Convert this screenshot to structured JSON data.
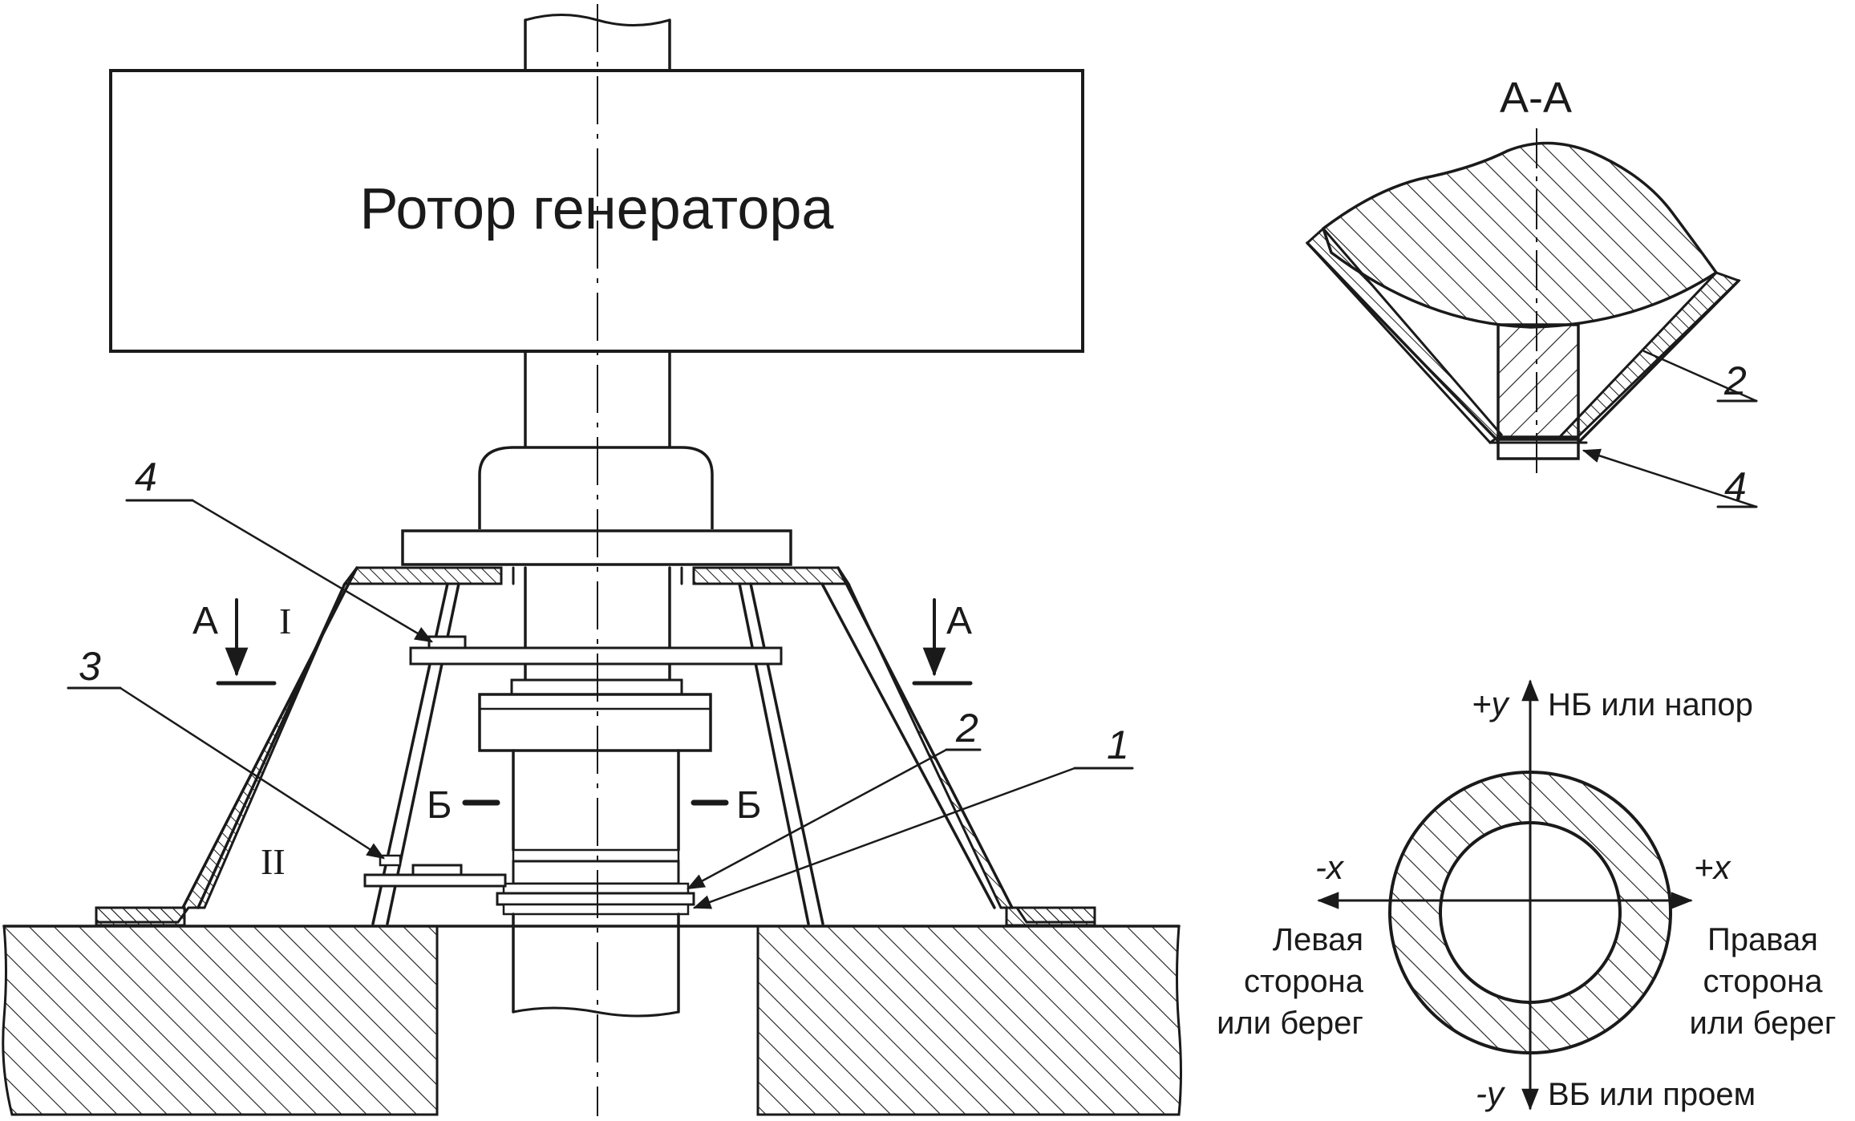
{
  "main_view": {
    "rotor_label": "Ротор генератора",
    "section_a_left": "А",
    "section_a_right": "А",
    "section_b_left": "Б",
    "section_b_right": "Б",
    "zone_1": "I",
    "zone_2": "II",
    "callout_1": "1",
    "callout_2": "2",
    "callout_3": "3",
    "callout_4": "4"
  },
  "section_view": {
    "title": "А-А",
    "callout_2": "2",
    "callout_4": "4"
  },
  "axes_view": {
    "plus_y": "+y",
    "minus_y": "-y",
    "plus_x": "+x",
    "minus_x": "-x",
    "top_label": "НБ или напор",
    "bottom_label": "ВБ или проем",
    "left_label": [
      "Левая",
      "сторона",
      "или берег"
    ],
    "right_label": [
      "Правая",
      "сторона",
      "или берег"
    ]
  },
  "colors": {
    "ink": "#1a1a1a",
    "background": "#ffffff"
  }
}
